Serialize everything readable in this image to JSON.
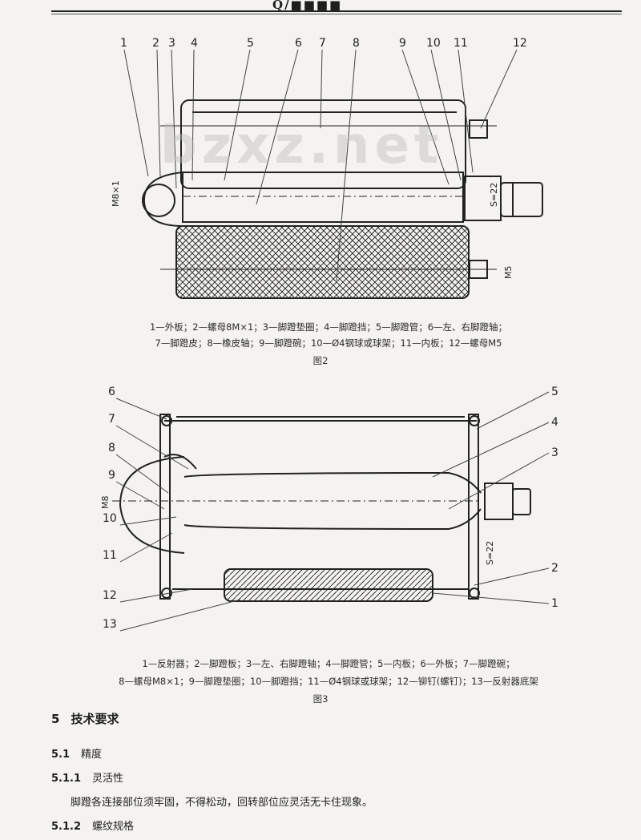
{
  "header": {
    "text": "Q/■■■■"
  },
  "watermark": "bzxz.net",
  "figure2": {
    "callouts": [
      "1",
      "2",
      "3",
      "4",
      "5",
      "6",
      "7",
      "8",
      "9",
      "10",
      "11",
      "12"
    ],
    "dims": {
      "left": "M8×1",
      "right": "S=22",
      "bolt": "M5"
    },
    "caption_line1": "1—外板；2—螺母8M×1；3—脚蹬垫圈；4—脚蹬挡；5—脚蹬管；6—左、右脚蹬轴；",
    "caption_line2": "7—脚蹬皮；8—橡皮轴；9—脚蹬碗；10—Ø4钢球或球架；11—内板；12—螺母M5",
    "title": "图2"
  },
  "figure3": {
    "callouts": [
      "6",
      "7",
      "8",
      "9",
      "10",
      "11",
      "12",
      "13",
      "1",
      "2",
      "3",
      "4",
      "5"
    ],
    "dims": {
      "left": "M8",
      "right": "S=22"
    },
    "caption_line1": "1—反射器；2—脚蹬板；3—左、右脚蹬轴；4—脚蹬管；5—内板；6—外板；7—脚蹬碗；",
    "caption_line2": "8—螺母M8×1；9—脚蹬垫圈；10—脚蹬挡；11—Ø4钢球或球架；12—铆钉(螺钉)；13—反射器底架",
    "title": "图3"
  },
  "sections": [
    {
      "num": "5",
      "title": "技术要求"
    },
    {
      "num": "5.1",
      "title": "精度"
    },
    {
      "num": "5.1.1",
      "title": "灵活性"
    },
    {
      "num": "",
      "title": "脚蹬各连接部位须牢固，不得松动，回转部位应灵活无卡住现象。"
    },
    {
      "num": "5.1.2",
      "title": "螺纹规格"
    }
  ]
}
